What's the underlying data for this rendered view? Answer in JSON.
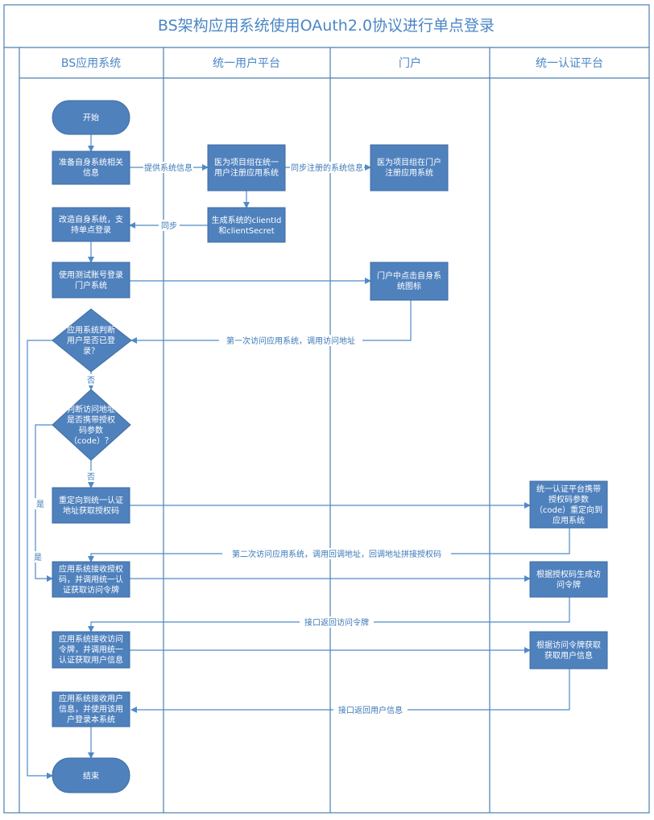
{
  "title": "BS架构应用系统使用OAuth2.0协议进行单点登录",
  "lanes": [
    {
      "id": "bs",
      "label": "BS应用系统"
    },
    {
      "id": "uup",
      "label": "统一用户平台"
    },
    {
      "id": "portal",
      "label": "门户"
    },
    {
      "id": "auth",
      "label": "统一认证平台"
    }
  ],
  "nodes": {
    "start": {
      "lines": [
        "开始"
      ]
    },
    "prepare": {
      "lines": [
        "准备自身系统相关",
        "信息"
      ]
    },
    "register_uup": {
      "lines": [
        "医为项目组在统一",
        "用户注册应用系统"
      ]
    },
    "register_portal": {
      "lines": [
        "医为项目组在门户",
        "注册应用系统"
      ]
    },
    "modify": {
      "lines": [
        "改造自身系统，支",
        "持单点登录"
      ]
    },
    "gen_client": {
      "lines": [
        "生成系统的clientId",
        "和clientSecret"
      ]
    },
    "test_login": {
      "lines": [
        "使用测试账号登录",
        "门户系统"
      ]
    },
    "click_icon": {
      "lines": [
        "门户中点击自身系",
        "统图标"
      ]
    },
    "judge_login": {
      "lines": [
        "应用系统判断",
        "用户是否已登",
        "录？"
      ]
    },
    "judge_code": {
      "lines": [
        "判断访问地址",
        "是否携带授权",
        "码参数",
        "（code）？"
      ]
    },
    "redirect_auth": {
      "lines": [
        "重定向到统一认证",
        "地址获取授权码"
      ]
    },
    "auth_redirect_back": {
      "lines": [
        "统一认证平台携带",
        "授权码参数",
        "（code）重定向到",
        "应用系统"
      ]
    },
    "receive_code": {
      "lines": [
        "应用系统接收授权",
        "码，并调用统一认",
        "证获取访问令牌"
      ]
    },
    "gen_token": {
      "lines": [
        "根据授权码生成访",
        "问令牌"
      ]
    },
    "receive_token": {
      "lines": [
        "应用系统接收访问",
        "令牌，并调用统一",
        "认证获取用户信息"
      ]
    },
    "get_userinfo": {
      "lines": [
        "根据访问令牌获取",
        "获取用户信息"
      ]
    },
    "receive_userinfo": {
      "lines": [
        "应用系统接收用户",
        "信息，并使用该用",
        "户登录本系统"
      ]
    },
    "end": {
      "lines": [
        "结束"
      ]
    }
  },
  "edge_labels": {
    "provide_info": "提供系统信息",
    "sync_register": "同步注册的系统信息",
    "sync": "同步",
    "first_visit": "第一次访问应用系统，调用访问地址",
    "no1": "否",
    "no2": "否",
    "yes1": "是",
    "yes2": "是",
    "second_visit": "第二次访问应用系统，调用回调地址，回调地址拼接授权码",
    "return_token": "接口返回访问令牌",
    "return_userinfo": "接口返回用户信息"
  },
  "colors": {
    "node_fill": "#4f81bd",
    "node_stroke": "#3e6ca3",
    "line": "#4f8ac8",
    "frame": "#4c7fb5",
    "text": "#4a86c5"
  }
}
